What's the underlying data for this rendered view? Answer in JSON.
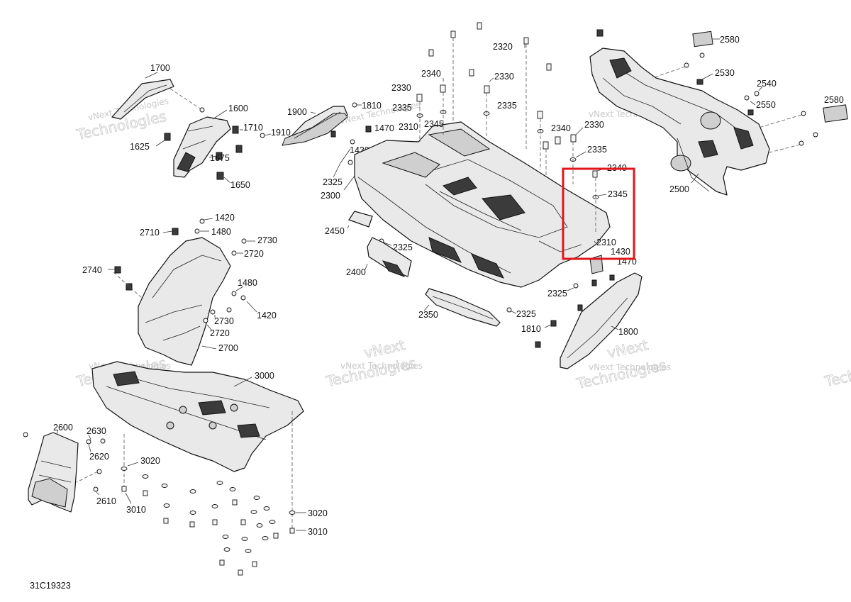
{
  "diagram": {
    "code": "31C19323",
    "watermark": {
      "line1": "vNext",
      "line2": "Technologies",
      "full": "vNext Technologies"
    },
    "highlight_color": "#e0161b",
    "labels": {
      "1700": "1700",
      "1600": "1600",
      "1710": "1710",
      "1910": "1910",
      "1625": "1625",
      "1675": "1675",
      "1650": "1650",
      "1900": "1900",
      "1810a": "1810",
      "1470a": "1470",
      "1430a": "1430",
      "2325a": "2325",
      "2300": "2300",
      "2450": "2450",
      "2325b": "2325",
      "2400": "2400",
      "2350": "2350",
      "2325c": "2325",
      "2325d": "2325",
      "1810b": "1810",
      "1800": "1800",
      "2320": "2320",
      "2340a": "2340",
      "2330a": "2330",
      "2330b": "2330",
      "2335a": "2335",
      "2335b": "2335",
      "2310a": "2310",
      "2345a": "2345",
      "2340b": "2340",
      "2330c": "2330",
      "2335c": "2335",
      "2340c": "2340",
      "2345b": "2345",
      "2310b": "2310",
      "1430b": "1430",
      "1470b": "1470",
      "2580a": "2580",
      "2530": "2530",
      "2540": "2540",
      "2550": "2550",
      "2580b": "2580",
      "2500": "2500",
      "1420a": "1420",
      "1480a": "1480",
      "2710": "2710",
      "2730a": "2730",
      "2720a": "2720",
      "2740": "2740",
      "1480b": "1480",
      "1420b": "1420",
      "2730b": "2730",
      "2720b": "2720",
      "2700": "2700",
      "3000": "3000",
      "2600": "2600",
      "2630": "2630",
      "2620": "2620",
      "2610": "2610",
      "3020a": "3020",
      "3010a": "3010",
      "3020b": "3020",
      "3010b": "3010"
    }
  }
}
